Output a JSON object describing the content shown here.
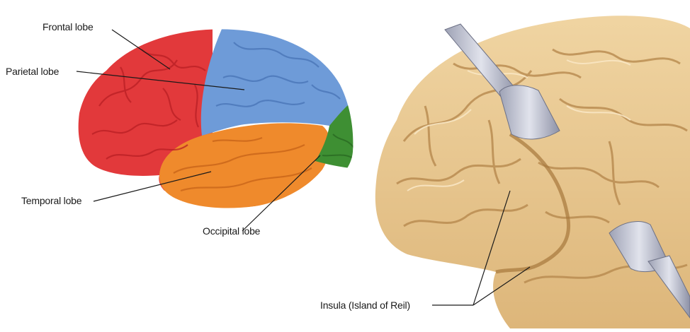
{
  "labels": {
    "frontal": "Frontal lobe",
    "parietal": "Parietal lobe",
    "temporal": "Temporal lobe",
    "occipital": "Occipital lobe",
    "insula": "Insula (Island of Reil)"
  },
  "colors": {
    "frontal": "#e2393b",
    "parietal": "#6e9bd8",
    "temporal": "#ef8a2c",
    "occipital": "#3e8f33",
    "brain_tan": "#e9c892",
    "brain_shadow": "#c79a5c",
    "retractor": "#b8bccc"
  }
}
